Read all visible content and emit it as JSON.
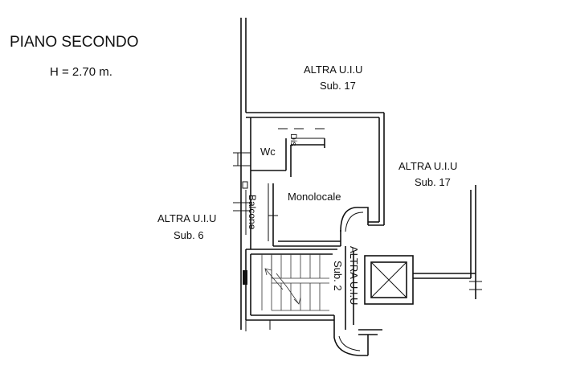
{
  "header": {
    "floor_title": "PIANO SECONDO",
    "height_label": "H = 2.70 m."
  },
  "labels": {
    "top_unit_name": "ALTRA U.I.U",
    "top_unit_sub": "Sub. 17",
    "right_unit_name": "ALTRA U.I.U",
    "right_unit_sub": "Sub. 17",
    "left_unit_name": "ALTRA U.I.U",
    "left_unit_sub": "Sub. 6",
    "stair_unit_name": "ALTRA U.I.U",
    "stair_unit_sub": "Sub. 2",
    "wc": "Wc",
    "dis": "Dis",
    "monolocale": "Monolocale",
    "balcone": "Balcone"
  },
  "colors": {
    "line": "#111111",
    "background": "#ffffff"
  }
}
